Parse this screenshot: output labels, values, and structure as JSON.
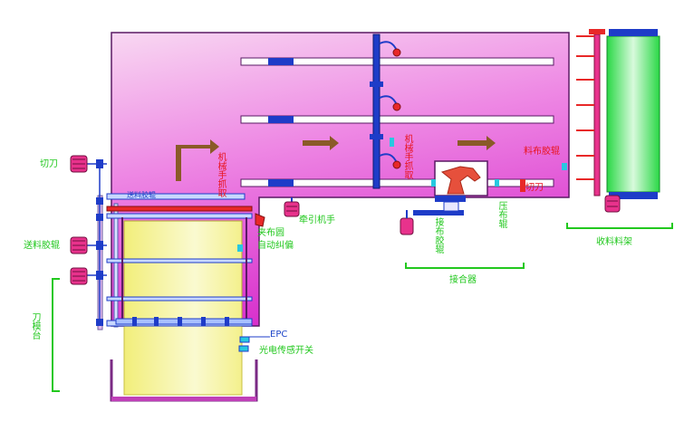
{
  "colors": {
    "frame_fill_top": "#f6c3ee",
    "frame_fill_mid": "#ec6ee0",
    "frame_fill_bottom": "#d428c8",
    "outline": "#5a1a64",
    "bar_blue": "#1e3cc8",
    "label_green": "#22c81e",
    "label_red": "#e8141e",
    "label_blue": "#1e46c8",
    "arrow_brown": "#8a5a28",
    "roll_yellow": "#f4f08c",
    "roll_green": "#2ee04a",
    "motor_pink": "#e8328c",
    "robot_red": "#e6503c"
  },
  "labels": {
    "cutter_left": "切刀",
    "feed_roll": "送料胶辊",
    "loading_table": "刀模台",
    "cloth_clamp": "夹布圆",
    "auto_correct": "自动纠偏",
    "tow_hand": "牵引机手",
    "epc": "EPC",
    "sensor_switch": "光电传感开关",
    "grab_v1": "机械手抓取",
    "grab_v2": "机械手抓取",
    "splice_v1": "接布胶辊",
    "splice_v2": "压布辊",
    "splice_table": "接合器",
    "cloth_cloth": "料布胶辊",
    "cut_knife": "切刀",
    "feed_rack": "收料料架",
    "roller_top_label": "送料胶辊"
  }
}
